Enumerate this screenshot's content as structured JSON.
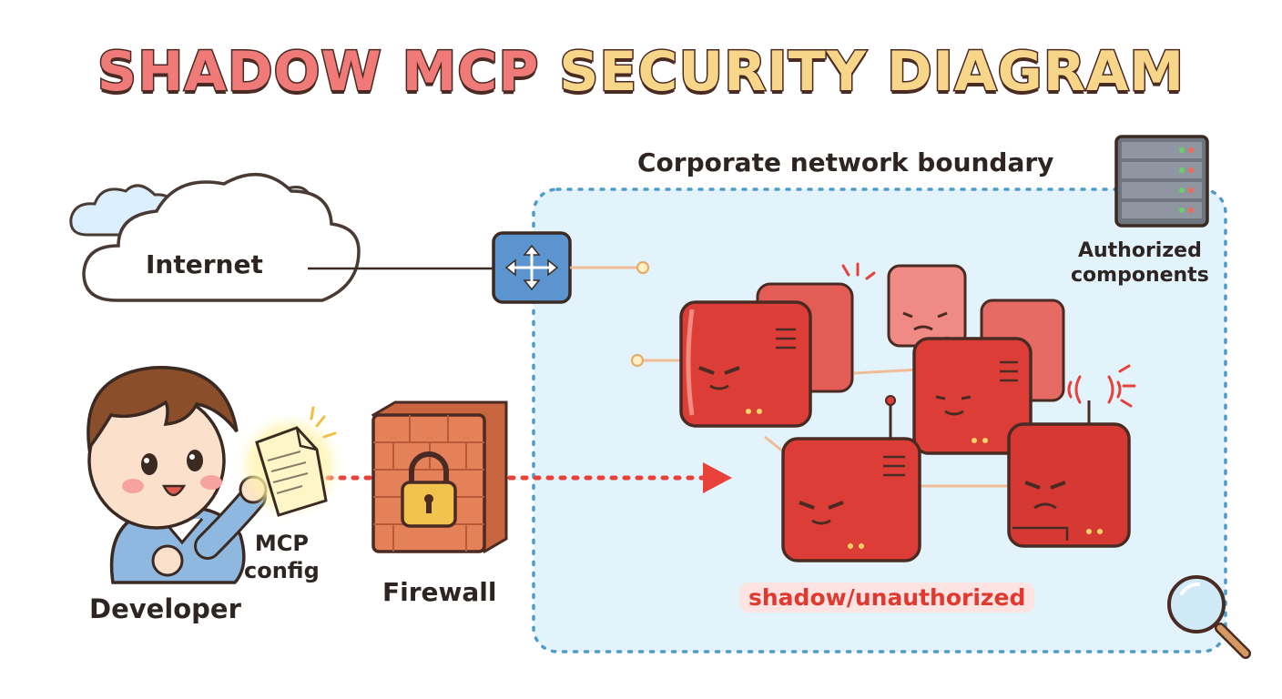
{
  "title": {
    "part1": "SHADOW MCP",
    "part2": "SECURITY DIAGRAM"
  },
  "labels": {
    "internet": "Internet",
    "boundary": "Corporate network boundary",
    "authorized_line1": "Authorized",
    "authorized_line2": "components",
    "mcp_line1": "MCP",
    "mcp_line2": "config",
    "firewall": "Firewall",
    "developer": "Developer",
    "shadow": "shadow/unauthorized"
  },
  "colors": {
    "title_red": "#ef7a78",
    "title_yellow": "#f7d68a",
    "shadow_server": "#e04a44",
    "boundary_fill": "#e3f3fb",
    "boundary_stroke": "#4f9cc8",
    "threat_arrow": "#e8413a"
  },
  "icons": [
    "cloud-icon",
    "router-icon",
    "server-rack-icon",
    "firewall-icon",
    "padlock-icon",
    "document-icon",
    "magnifier-icon",
    "developer-avatar",
    "shadow-server-icon"
  ]
}
